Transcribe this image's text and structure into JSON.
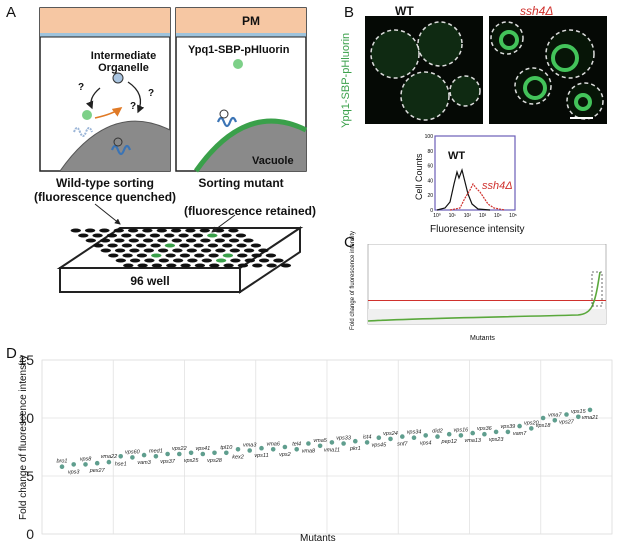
{
  "panels": {
    "a": {
      "letter": "A",
      "pm_label": "PM",
      "organelle_label_1": "Intermediate",
      "organelle_label_2": "Organelle",
      "question_marks": [
        "?",
        "?",
        "?"
      ],
      "reporter_label": "Ypq1-SBP-pHluorin",
      "vacuole_label": "Vacuole",
      "wt_title": "Wild-type sorting",
      "wt_subtitle": "(fluorescence quenched)",
      "mut_title": "Sorting mutant",
      "mut_subtitle": "(fluorescence retained)",
      "plate_label": "96 well"
    },
    "b": {
      "letter": "B",
      "y_label": "Ypq1-SBP-pHluorin",
      "wt_label": "WT",
      "mut_label": "ssh4Δ",
      "hist_ylabel": "Cell Counts",
      "hist_xlabel": "Fluoresence intensity",
      "hist_wt": "WT",
      "hist_mut": "ssh4Δ",
      "hist_xticks": [
        "10⁰",
        "10¹",
        "10²",
        "10³",
        "10⁴",
        "10⁵"
      ],
      "hist_yticks": [
        "0",
        "20",
        "40",
        "60",
        "80",
        "100"
      ]
    },
    "c": {
      "letter": "C",
      "ylabel": "Fold change of fluorescence intensity",
      "xlabel": "Mutants",
      "threshold": 5,
      "ymax": 17
    },
    "d": {
      "letter": "D",
      "ylabel": "Fold change of fluorescence intensity",
      "xlabel": "Mutants"
    }
  },
  "colors": {
    "green": "#3aa04a",
    "red": "#d0312d",
    "pm": "#f6c7a3",
    "teal": "#5f9e8e"
  },
  "chart_data": {
    "type": "scatter",
    "xlabel": "Mutants",
    "ylabel": "Fold change of fluorescence intensity",
    "ylim": [
      0,
      15
    ],
    "yticks": [
      0,
      5,
      10,
      15
    ],
    "grid": true,
    "points": [
      {
        "label": "bro1",
        "y": 5.8
      },
      {
        "label": "vps3",
        "y": 6.0
      },
      {
        "label": "vps8",
        "y": 6.0
      },
      {
        "label": "pex27",
        "y": 6.1
      },
      {
        "label": "vma22",
        "y": 6.2
      },
      {
        "label": "hse1",
        "y": 6.7
      },
      {
        "label": "vps60",
        "y": 6.6
      },
      {
        "label": "vam3",
        "y": 6.8
      },
      {
        "label": "med1",
        "y": 6.7
      },
      {
        "label": "vps37",
        "y": 6.9
      },
      {
        "label": "vps22",
        "y": 6.9
      },
      {
        "label": "vps25",
        "y": 7.0
      },
      {
        "label": "vps41",
        "y": 6.9
      },
      {
        "label": "vps28",
        "y": 7.0
      },
      {
        "label": "tpl10",
        "y": 7.0
      },
      {
        "label": "kex2",
        "y": 7.3
      },
      {
        "label": "vma3",
        "y": 7.2
      },
      {
        "label": "vps11",
        "y": 7.4
      },
      {
        "label": "vma6",
        "y": 7.3
      },
      {
        "label": "vps2",
        "y": 7.5
      },
      {
        "label": "tel4",
        "y": 7.3
      },
      {
        "label": "vma8",
        "y": 7.8
      },
      {
        "label": "vma5",
        "y": 7.6
      },
      {
        "label": "vma11",
        "y": 7.9
      },
      {
        "label": "vps33",
        "y": 7.8
      },
      {
        "label": "pkr1",
        "y": 8.0
      },
      {
        "label": "ist4",
        "y": 7.9
      },
      {
        "label": "vps45",
        "y": 8.3
      },
      {
        "label": "vps24",
        "y": 8.2
      },
      {
        "label": "snf7",
        "y": 8.4
      },
      {
        "label": "vps34",
        "y": 8.3
      },
      {
        "label": "vps4",
        "y": 8.5
      },
      {
        "label": "did2",
        "y": 8.4
      },
      {
        "label": "pep12",
        "y": 8.6
      },
      {
        "label": "vps16",
        "y": 8.5
      },
      {
        "label": "vma13",
        "y": 8.7
      },
      {
        "label": "vps36",
        "y": 8.6
      },
      {
        "label": "vps23",
        "y": 8.8
      },
      {
        "label": "vps39",
        "y": 8.8
      },
      {
        "label": "vam7",
        "y": 9.3
      },
      {
        "label": "vps20",
        "y": 9.1
      },
      {
        "label": "vps18",
        "y": 10.0
      },
      {
        "label": "vma7",
        "y": 9.8
      },
      {
        "label": "vps27",
        "y": 10.3
      },
      {
        "label": "vps15",
        "y": 10.1
      },
      {
        "label": "vma21",
        "y": 10.7
      }
    ]
  }
}
